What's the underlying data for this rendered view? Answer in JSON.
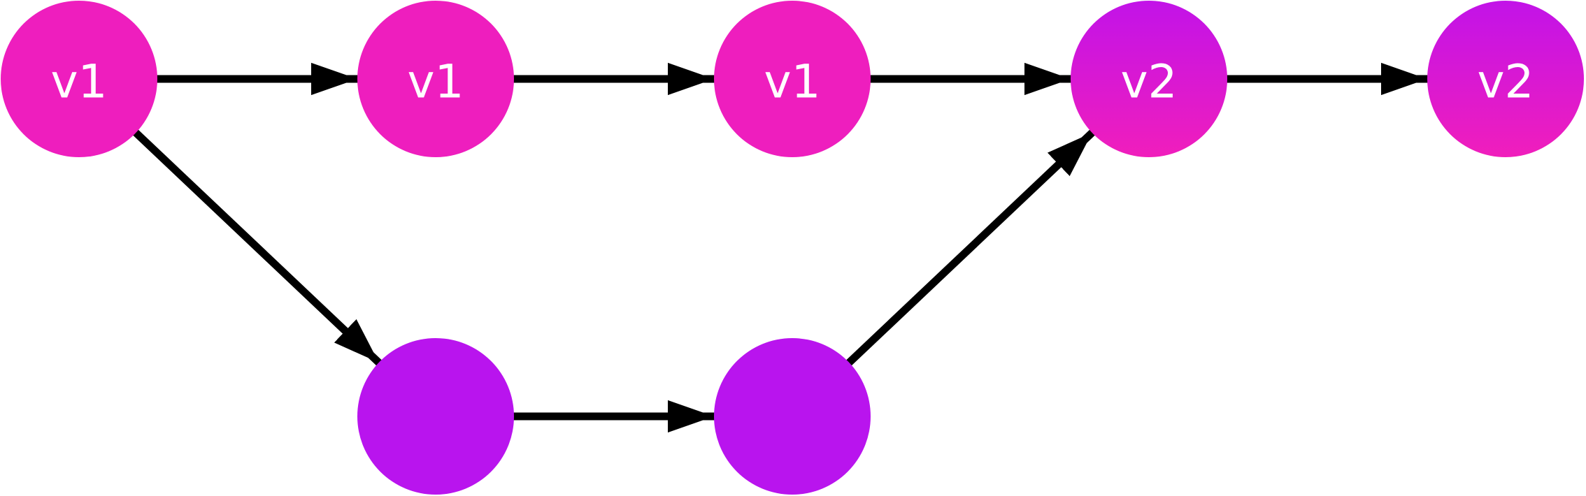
{
  "colors": {
    "v1": "#EE1EBE",
    "empty": "#B914EE",
    "v2_top": "#C213E8",
    "v2_bottom": "#F01EBC",
    "edge": "#000000"
  },
  "nodes": [
    {
      "id": "n0",
      "label": "v1",
      "fill": "v1"
    },
    {
      "id": "n1",
      "label": "v1",
      "fill": "v1"
    },
    {
      "id": "n2",
      "label": "v1",
      "fill": "v1"
    },
    {
      "id": "n3",
      "label": "v2",
      "fill": "v2"
    },
    {
      "id": "n4",
      "label": "v2",
      "fill": "v2"
    },
    {
      "id": "b1",
      "label": "",
      "fill": "empty"
    },
    {
      "id": "b2",
      "label": "",
      "fill": "empty"
    }
  ],
  "edges": [
    {
      "from": "n0",
      "to": "n1"
    },
    {
      "from": "n1",
      "to": "n2"
    },
    {
      "from": "n2",
      "to": "n3"
    },
    {
      "from": "n3",
      "to": "n4"
    },
    {
      "from": "n0",
      "to": "b1"
    },
    {
      "from": "b1",
      "to": "b2"
    },
    {
      "from": "b2",
      "to": "n3"
    }
  ]
}
